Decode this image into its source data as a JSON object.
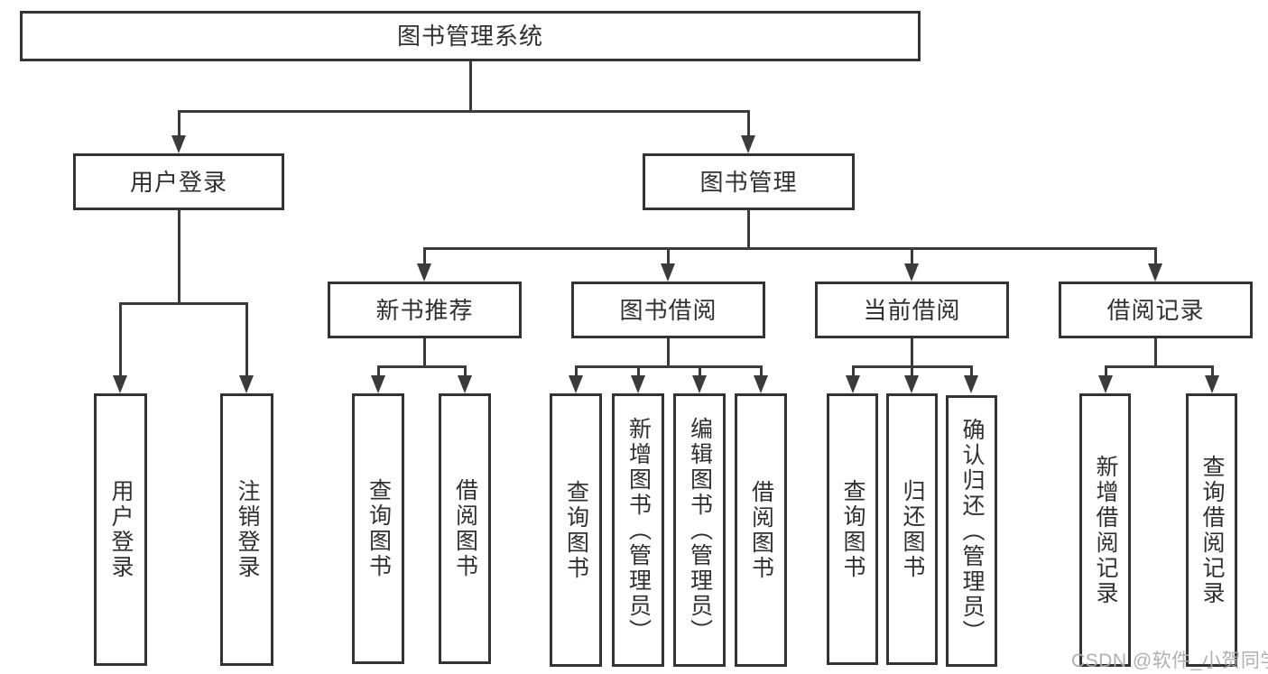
{
  "watermark": "CSDN @软件_小贺同学",
  "colors": {
    "background": "#ffffff",
    "box_border": "#333333",
    "box_fill": "#ffffff",
    "connector_line": "#3b3b3b",
    "text": "#303030",
    "watermark_text": "#acacac"
  },
  "tree": {
    "root": {
      "label": "图书管理系统",
      "children": [
        {
          "label": "用户登录",
          "children": [
            {
              "label": "用户登录"
            },
            {
              "label": "注销登录"
            }
          ]
        },
        {
          "label": "图书管理",
          "children": [
            {
              "label": "新书推荐",
              "children": [
                {
                  "label": "查询图书"
                },
                {
                  "label": "借阅图书"
                }
              ]
            },
            {
              "label": "图书借阅",
              "children": [
                {
                  "label": "查询图书"
                },
                {
                  "label": "新增图书（管理员）"
                },
                {
                  "label": "编辑图书（管理员）"
                },
                {
                  "label": "借阅图书"
                }
              ]
            },
            {
              "label": "当前借阅",
              "children": [
                {
                  "label": "查询图书"
                },
                {
                  "label": "归还图书"
                },
                {
                  "label": "确认归还（管理员）"
                }
              ]
            },
            {
              "label": "借阅记录",
              "children": [
                {
                  "label": "新增借阅记录"
                },
                {
                  "label": "查询借阅记录"
                }
              ]
            }
          ]
        }
      ]
    }
  }
}
